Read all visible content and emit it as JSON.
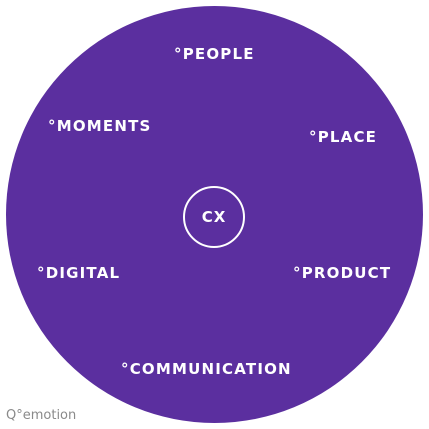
{
  "diagram": {
    "center_label": "CX",
    "segments": {
      "people": "°PEOPLE",
      "moments": "°MOMENTS",
      "place": "°PLACE",
      "digital": "°DIGITAL",
      "product": "°PRODUCT",
      "communication": "°COMMUNICATION"
    }
  },
  "brand": {
    "logo_text": "Q°emotion"
  },
  "colors": {
    "disc": "#5b2f9f",
    "text": "#ffffff",
    "brand_text": "#8a8a8a"
  }
}
